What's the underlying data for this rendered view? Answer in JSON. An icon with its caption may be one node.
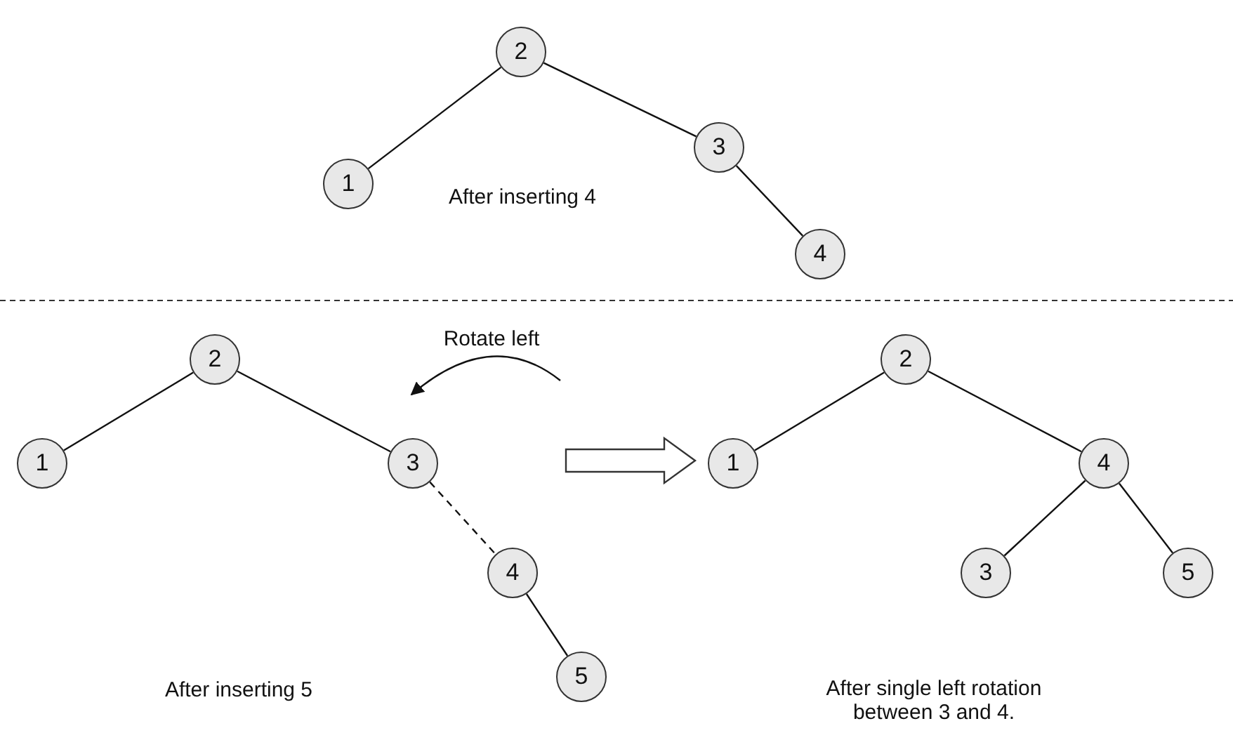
{
  "diagram": {
    "nodes": [
      {
        "text": [
          "2"
        ]
      },
      {
        "text": [
          "1"
        ]
      },
      {
        "text": [
          "3"
        ]
      },
      {
        "text": [
          "4"
        ]
      },
      {
        "text": [
          "2"
        ]
      },
      {
        "text": [
          "1"
        ]
      },
      {
        "text": [
          "3"
        ]
      },
      {
        "text": [
          "4"
        ]
      },
      {
        "text": [
          "5"
        ]
      },
      {
        "text": [
          "2"
        ]
      },
      {
        "text": [
          "1"
        ]
      },
      {
        "text": [
          "4"
        ]
      },
      {
        "text": [
          "3"
        ]
      },
      {
        "text": [
          "5"
        ]
      }
    ],
    "edges": [
      {
        "from": 0,
        "to": 1,
        "arrow": "none"
      },
      {
        "from": 0,
        "to": 2,
        "arrow": "none"
      },
      {
        "from": 2,
        "to": 3,
        "arrow": "none"
      },
      {
        "from": 4,
        "to": 5,
        "arrow": "none"
      },
      {
        "from": 4,
        "to": 6,
        "arrow": "none"
      },
      {
        "from": 6,
        "to": 7,
        "arrow": "none",
        "style": "dashed"
      },
      {
        "from": 7,
        "to": 8,
        "arrow": "none"
      },
      {
        "from": 9,
        "to": 10,
        "arrow": "none"
      },
      {
        "from": 9,
        "to": 11,
        "arrow": "none"
      },
      {
        "from": 11,
        "to": 12,
        "arrow": "none"
      },
      {
        "from": 11,
        "to": 13,
        "arrow": "none"
      }
    ],
    "labels": [
      "After inserting 4",
      "Rotate left",
      "After inserting 5",
      "After single left rotation between 3 and 4."
    ]
  }
}
